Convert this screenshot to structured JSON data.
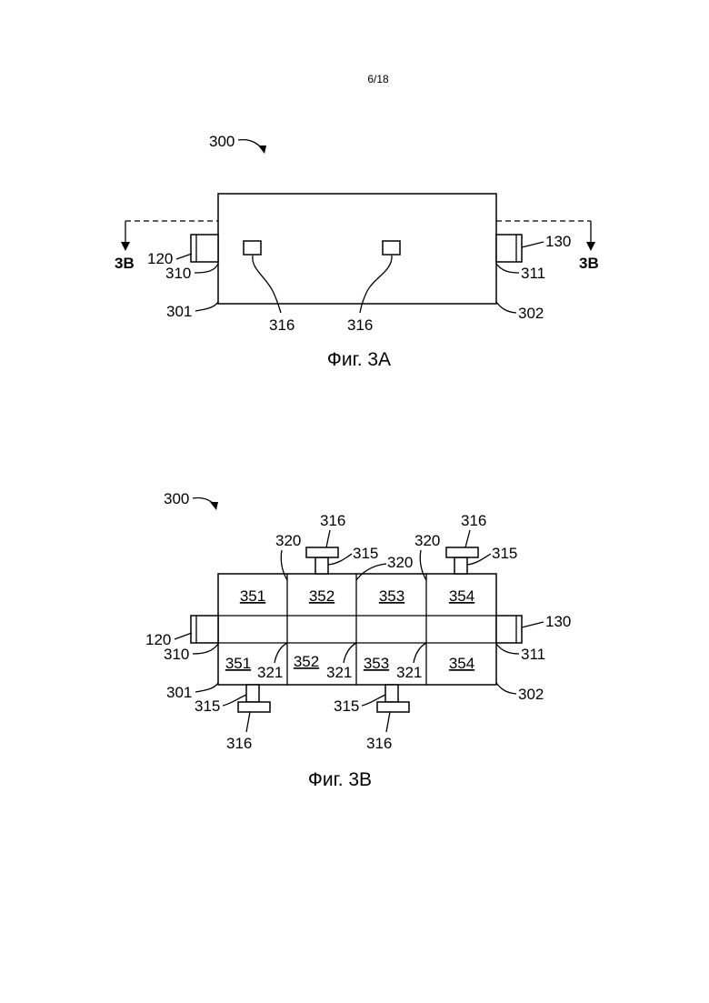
{
  "page_number": "6/18",
  "fig3a": {
    "caption": "Фиг. 3А",
    "ref_300": "300",
    "ref_120": "120",
    "ref_130": "130",
    "ref_310": "310",
    "ref_311": "311",
    "ref_301": "301",
    "ref_302": "302",
    "ref_316_left": "316",
    "ref_316_right": "316",
    "section_left": "3B",
    "section_right": "3B"
  },
  "fig3b": {
    "caption": "Фиг. 3В",
    "ref_300": "300",
    "ref_120": "120",
    "ref_130": "130",
    "ref_310": "310",
    "ref_311": "311",
    "ref_301": "301",
    "ref_302": "302",
    "top_cells": [
      "351",
      "352",
      "353",
      "354"
    ],
    "bottom_cells": [
      "351",
      "352",
      "353",
      "354"
    ],
    "top_316_left": "316",
    "top_316_right": "316",
    "top_315_left": "315",
    "top_315_right": "315",
    "top_320_a": "320",
    "top_320_b": "320",
    "top_320_c": "320",
    "bottom_321_a": "321",
    "bottom_321_b": "321",
    "bottom_321_c": "321",
    "bottom_315_left": "315",
    "bottom_315_right": "315",
    "bottom_316_left": "316",
    "bottom_316_right": "316"
  }
}
